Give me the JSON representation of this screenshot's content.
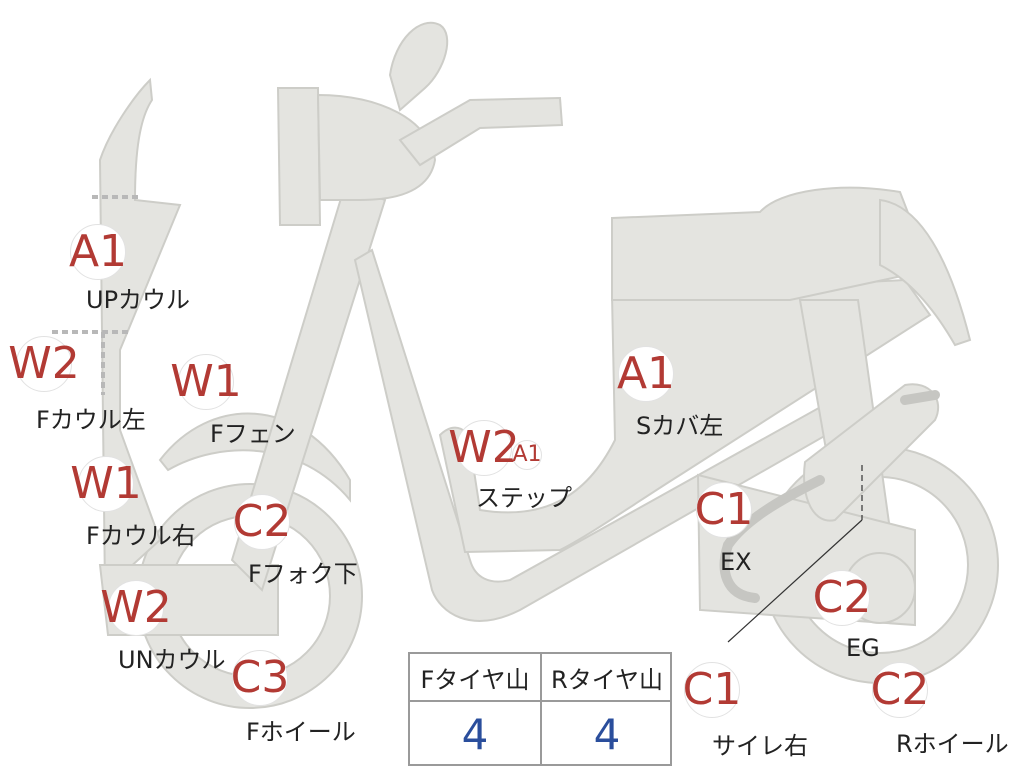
{
  "badges": {
    "a1_up_cowl": "A1",
    "w2_f_cowl_left": "W2",
    "w1_f_fender": "W1",
    "w1_f_cowl_right": "W1",
    "c2_f_fork": "C2",
    "w2_un_cowl": "W2",
    "c3_f_wheel": "C3",
    "w2_step": "W2",
    "a1_step": "A1",
    "a1_s_cover": "A1",
    "c1_ex": "C1",
    "c2_eg": "C2",
    "c1_silencer": "C1",
    "c2_r_wheel": "C2"
  },
  "labels": {
    "up_cowl": "UPカウル",
    "f_cowl_left": "Fカウル左",
    "f_fender": "Fフェン",
    "f_cowl_right": "Fカウル右",
    "f_fork": "Fフォク下",
    "un_cowl": "UNカウル",
    "f_wheel": "Fホイール",
    "step": "ステップ",
    "s_cover": "Sカバ左",
    "ex": "EX",
    "eg": "EG",
    "silencer": "サイレ右",
    "r_wheel": "Rホイール"
  },
  "tire_table": {
    "headers": [
      "Fタイヤ山",
      "Rタイヤ山"
    ],
    "values": [
      "4",
      "4"
    ]
  },
  "colors": {
    "part_fill": "#e4e4e0",
    "badge_text": "#b23a34",
    "table_value": "#2a4e9c"
  }
}
